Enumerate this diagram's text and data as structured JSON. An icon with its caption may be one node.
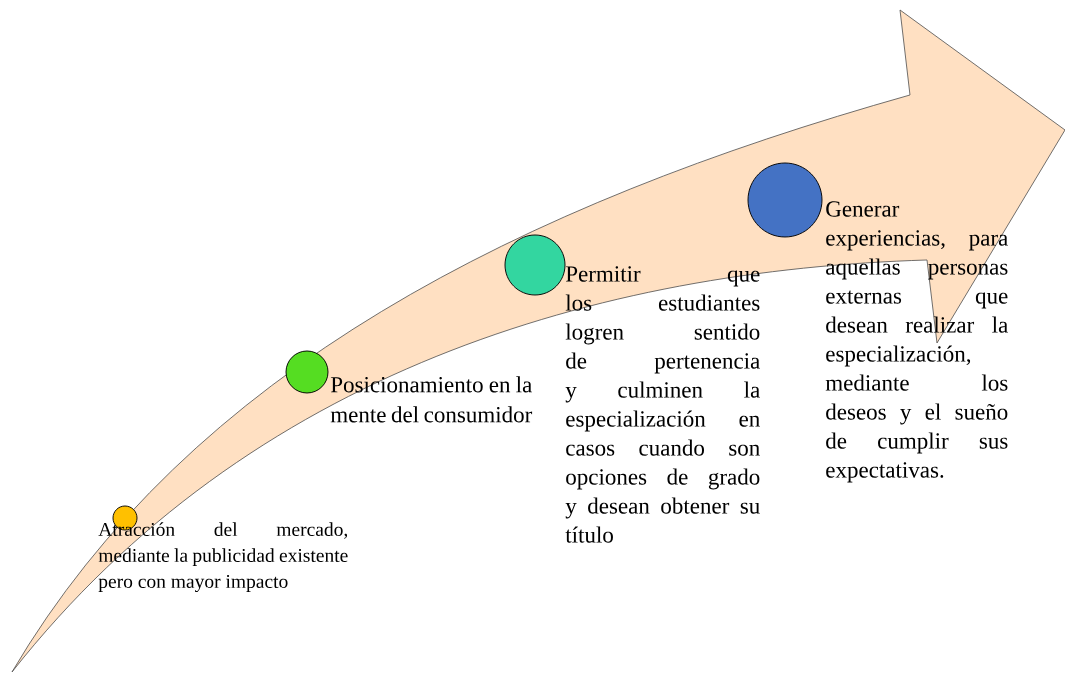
{
  "diagram": {
    "nodes": [
      {
        "text": [],
        "shape": "circle",
        "beside": [
          "Atracción del mercado, mediante la publicidad existente pero con mayor impacto"
        ]
      },
      {
        "text": [],
        "shape": "circle",
        "beside": [
          "Posicionamiento en la mente del consumidor"
        ]
      },
      {
        "text": [],
        "shape": "circle",
        "beside": [
          "Permitir que los estudiantes logren sentido de pertenencia y culminen la especialización en casos cuando son opciones de grado y desean obtener su título"
        ]
      },
      {
        "text": [],
        "shape": "circle",
        "beside": [
          "Generar experiencias, para aquellas personas externas que desean realizar la especialización, mediante los deseos y el sueño de cumplir sus expectativas."
        ]
      }
    ]
  }
}
